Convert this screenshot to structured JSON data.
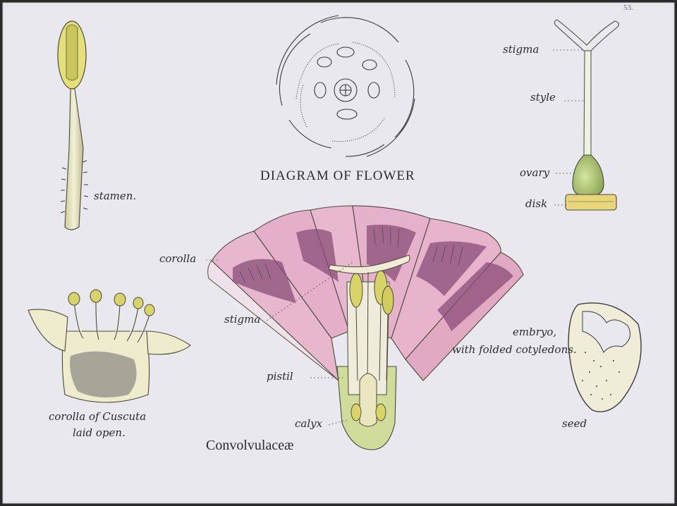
{
  "plate": {
    "page_number": "53.",
    "diagram_title": "DIAGRAM OF FLOWER",
    "family_title": "Convolvulaceæ"
  },
  "labels": {
    "stamen": "stamen.",
    "stigma_top": "stigma",
    "style": "style",
    "ovary": "ovary",
    "disk": "disk",
    "corolla": "corolla",
    "stigma": "stigma",
    "pistil": "pistil",
    "calyx": "calyx",
    "embryo_line1": "embryo,",
    "embryo_line2": "with folded cotyledons.",
    "seed": "seed",
    "cuscuta_line1": "corolla of Cuscuta",
    "cuscuta_line2": "laid open."
  },
  "colors": {
    "paper": "#e9e8ee",
    "ink": "#3a3a3a",
    "pink": "#e4a9c3",
    "purple": "#8a4d78",
    "yellow": "#d9d66a",
    "green": "#9fb865",
    "cream": "#f2efd0"
  }
}
